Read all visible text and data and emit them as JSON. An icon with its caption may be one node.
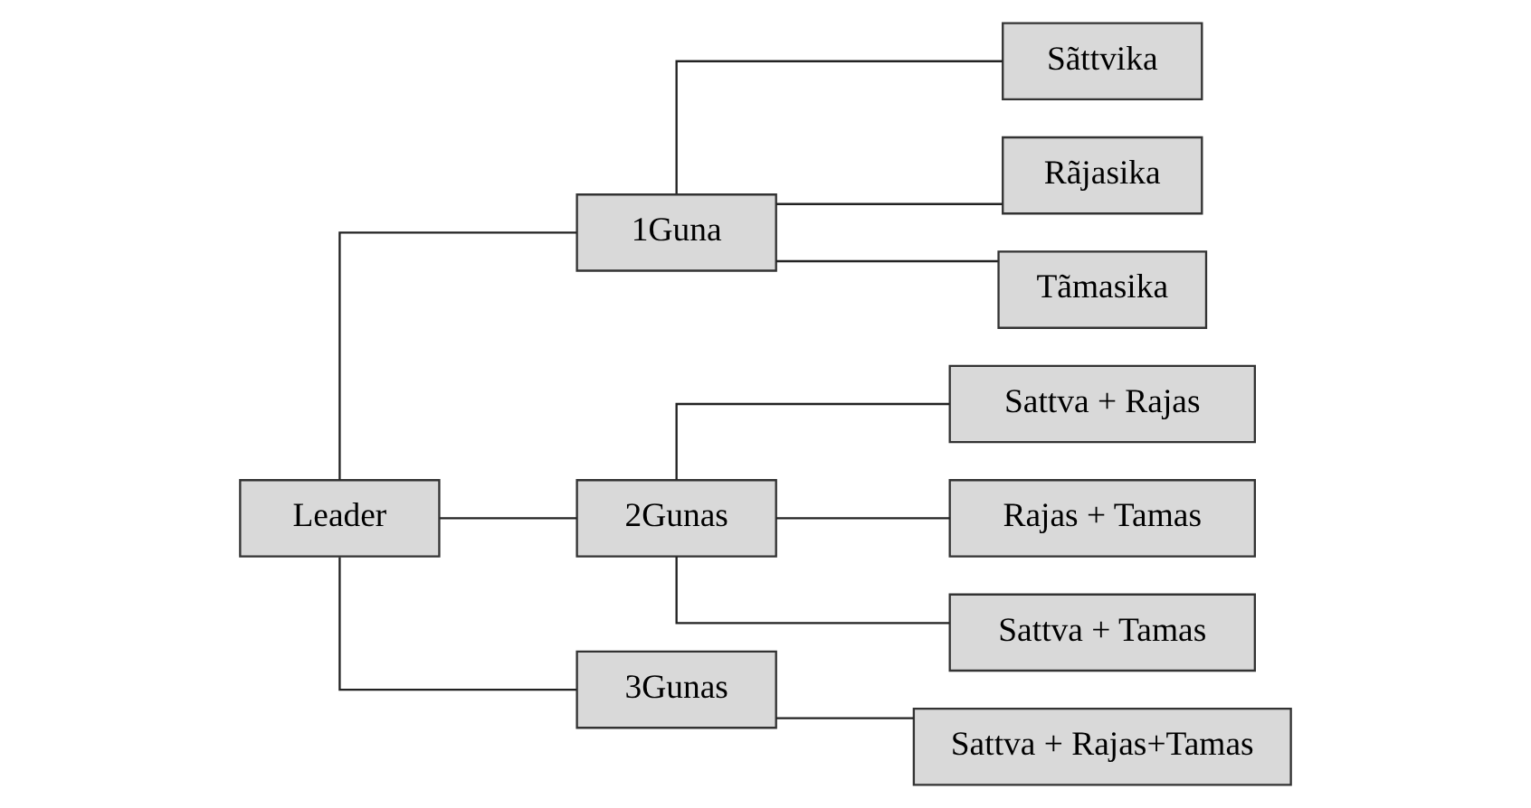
{
  "diagram": {
    "nodes": [
      {
        "text": [
          "Leader"
        ]
      },
      {
        "text": [
          "1Guna"
        ]
      },
      {
        "text": [
          "Sãttvika"
        ]
      },
      {
        "text": [
          "Rãjasika"
        ]
      },
      {
        "text": [
          "Tãmasika"
        ]
      },
      {
        "text": [
          "2Gunas"
        ]
      },
      {
        "text": [
          "Sattva + Rajas"
        ]
      },
      {
        "text": [
          "Rajas + Tamas"
        ]
      },
      {
        "text": [
          "Sattva + Tamas"
        ]
      },
      {
        "text": [
          "3Gunas"
        ]
      },
      {
        "text": [
          "Sattva + Rajas+Tamas"
        ]
      }
    ],
    "edges": [
      {
        "from": 0,
        "to": 1,
        "arrow": "none"
      },
      {
        "from": 0,
        "to": 5,
        "arrow": "none"
      },
      {
        "from": 0,
        "to": 9,
        "arrow": "none"
      },
      {
        "from": 1,
        "to": 2,
        "arrow": "none"
      },
      {
        "from": 1,
        "to": 3,
        "arrow": "none"
      },
      {
        "from": 1,
        "to": 4,
        "arrow": "none"
      },
      {
        "from": 5,
        "to": 6,
        "arrow": "none"
      },
      {
        "from": 5,
        "to": 7,
        "arrow": "none"
      },
      {
        "from": 5,
        "to": 8,
        "arrow": "none"
      },
      {
        "from": 9,
        "to": 10,
        "arrow": "none"
      }
    ]
  }
}
